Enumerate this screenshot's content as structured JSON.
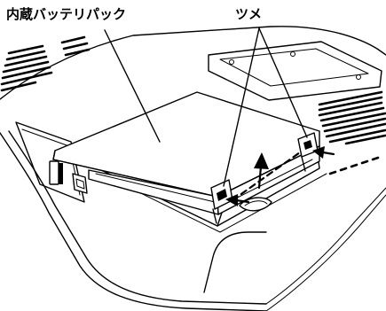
{
  "callouts": {
    "battery_pack": "内蔵バッテリパック",
    "latch_tab": "ツメ"
  },
  "illustration": {
    "subject": "laptop-bottom",
    "line_color": "#000000",
    "background_color": "#ffffff"
  }
}
